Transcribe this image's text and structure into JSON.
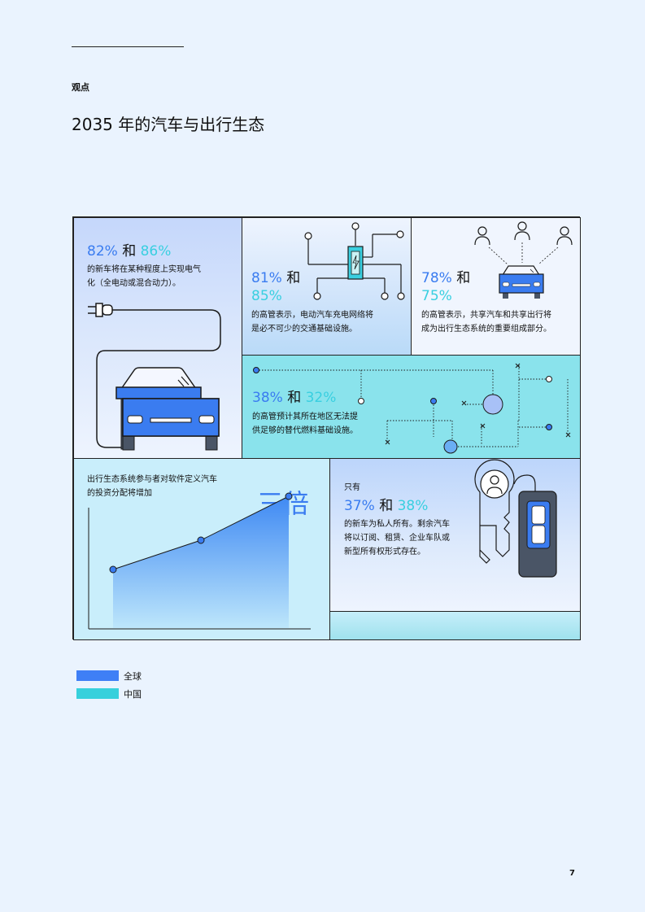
{
  "header": {
    "section": "观点",
    "title": "2035 年的汽车与出行生态"
  },
  "cells": {
    "electrified": {
      "global_pct": "82%",
      "conjunction": "和",
      "china_pct": "86%",
      "desc_line1": "的新车将在某种程度上实现电气",
      "desc_line2": "化（全电动或混合动力）。"
    },
    "charging": {
      "global_pct": "81%",
      "conjunction": "和",
      "china_pct": "85%",
      "desc_line1": "的高管表示，电动汽车充电网络将",
      "desc_line2": "是必不可少的交通基础设施。"
    },
    "sharing": {
      "global_pct": "78%",
      "conjunction": "和",
      "china_pct": "75%",
      "desc_line1": "的高管表示，共享汽车和共享出行将",
      "desc_line2": "成为出行生态系统的重要组成部分。"
    },
    "infrastructure": {
      "global_pct": "38%",
      "conjunction": "和",
      "china_pct": "32%",
      "desc_line1": "的高管预计其所在地区无法提",
      "desc_line2": "供足够的替代燃料基础设施。"
    },
    "software": {
      "desc_line1": "出行生态系统参与者对软件定义汽车",
      "desc_line2": "的投资分配将增加",
      "highlight": "三倍"
    },
    "ownership": {
      "prefix": "只有",
      "global_pct": "37%",
      "conjunction": "和",
      "china_pct": "38%",
      "desc_line1": "的新车为私人所有。剩余汽车",
      "desc_line2": "将以订阅、租赁、企业车队或",
      "desc_line3": "新型所有权形式存在。"
    }
  },
  "chart_data": {
    "type": "area",
    "x": [
      0,
      1,
      2
    ],
    "values": [
      1,
      2,
      3
    ],
    "title": "",
    "xlabel": "",
    "ylabel": ""
  },
  "legend": [
    {
      "label": "全球",
      "color": "#3f7ff6"
    },
    {
      "label": "中国",
      "color": "#37d0dc"
    }
  ],
  "colors": {
    "global": "#3a7cf0",
    "china": "#39cfe0",
    "background": "#eaf3fe"
  },
  "page_number": "7"
}
